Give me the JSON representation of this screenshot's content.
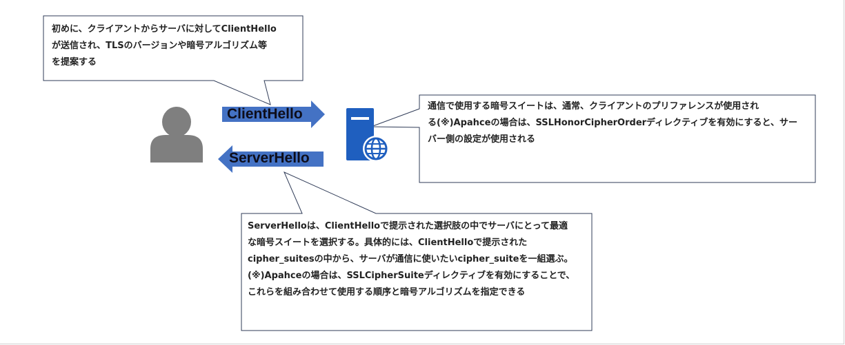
{
  "callouts": {
    "client_hello_note": "初めに、クライアントからサーバに対してClientHello\nが送信され、TLSのバージョンや暗号アルゴリズム等\nを提案する",
    "cipher_order_note": "通信で使用する暗号スイートは、通常、クライアントのプリファレンスが使用され\nる(※)Apahceの場合は、SSLHonorCipherOrderディレクティブを有効にすると、サー\nバー側の設定が使用される",
    "server_hello_note": "ServerHelloは、ClientHelloで提示された選択肢の中でサーバにとって最適\nな暗号スイートを選択する。具体的には、ClientHelloで提示された\ncipher_suitesの中から、サーバが通信に使いたいcipher_suiteを一組選ぶ。\n(※)Apahceの場合は、SSLCipherSuiteディレクティブを有効にすることで、\nこれらを組み合わせて使用する順序と暗号アルゴリズムを指定できる"
  },
  "arrows": {
    "client_hello_label": "ClientHello",
    "server_hello_label": "ServerHello"
  },
  "icons": {
    "client": "user-icon",
    "server": "web-server-icon"
  },
  "colors": {
    "arrow_fill": "#4472c4",
    "user_icon": "#7f7f7f",
    "server_icon": "#1f5fbf",
    "callout_border": "#2f3b57"
  }
}
